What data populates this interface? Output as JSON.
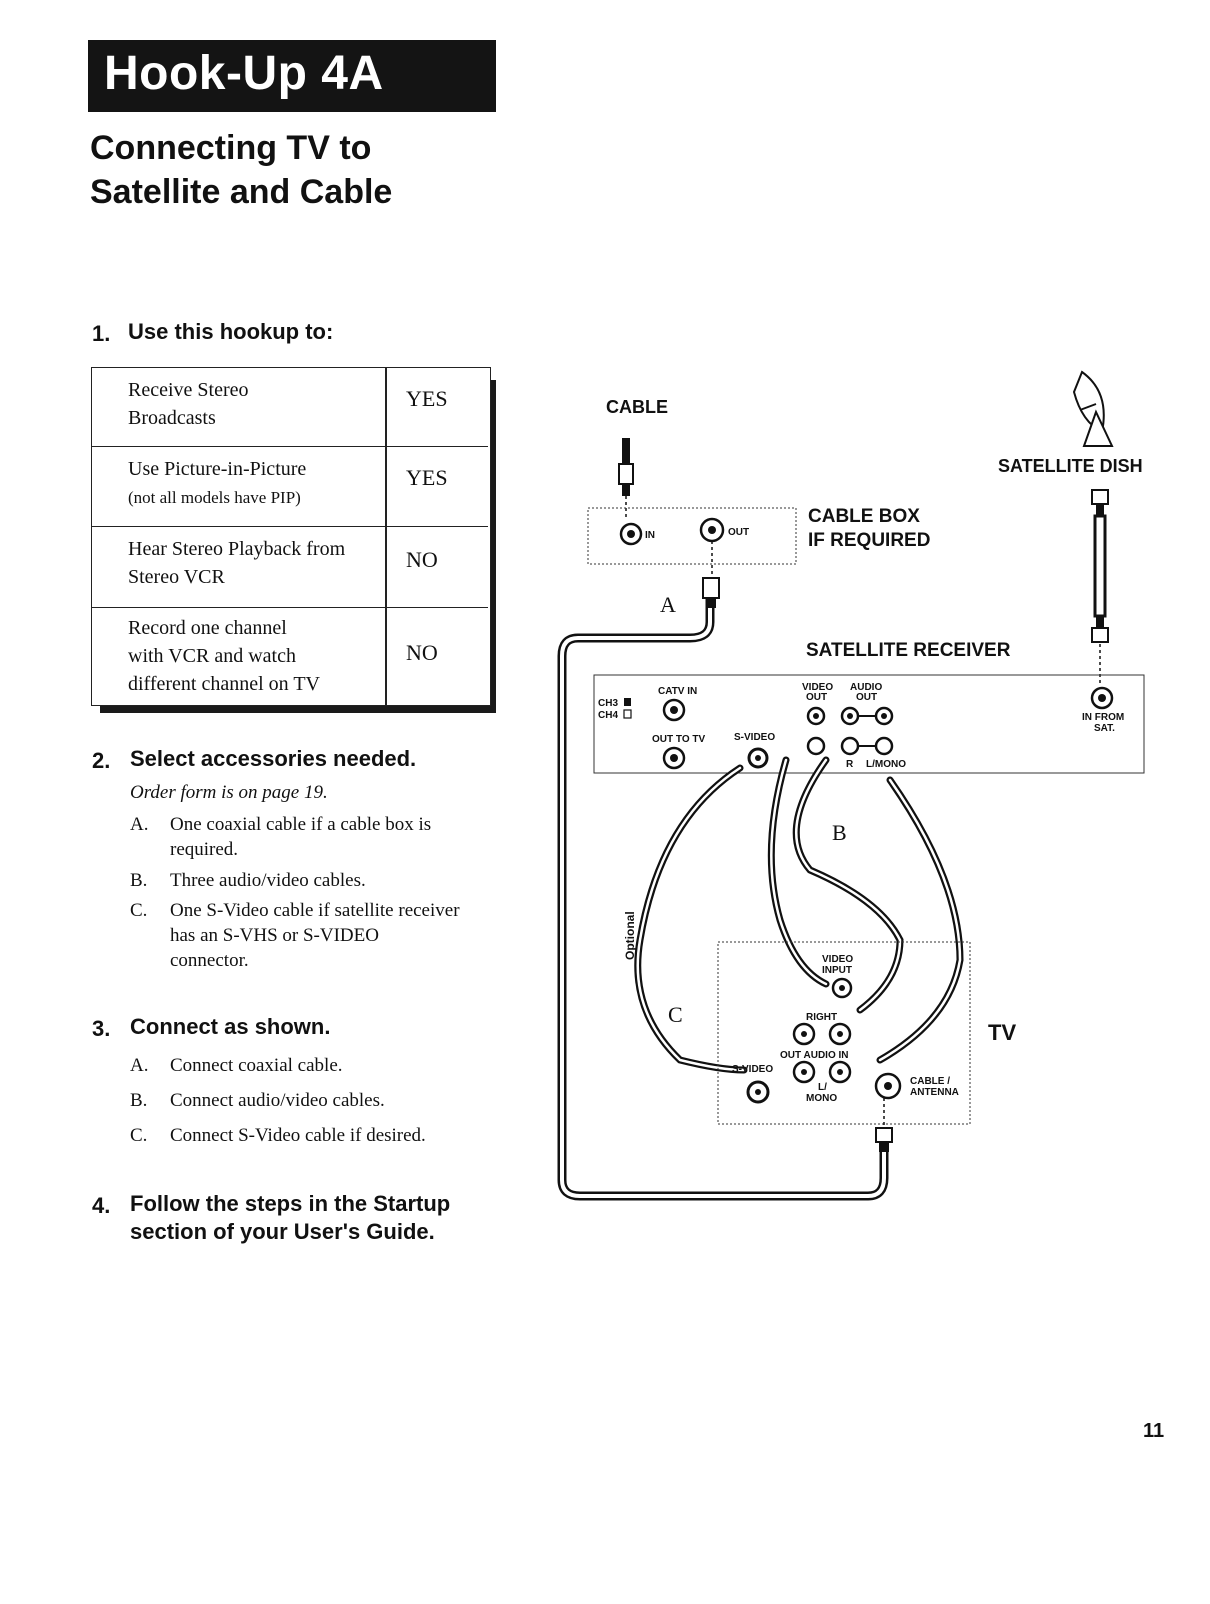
{
  "header": {
    "banner": "Hook-Up 4A",
    "subtitle_line1": "Connecting TV to",
    "subtitle_line2": "Satellite and Cable"
  },
  "steps": [
    {
      "number": "1.",
      "title": "Use this hookup to:"
    },
    {
      "number": "2.",
      "title": "Select accessories needed."
    },
    {
      "number": "3.",
      "title": "Connect as shown."
    },
    {
      "number": "4.",
      "title_line1": "Follow the steps in the Startup",
      "title_line2": "section of your User's Guide."
    }
  ],
  "usage_table": [
    {
      "line1": "Receive Stereo",
      "line2": "Broadcasts",
      "answer": "YES"
    },
    {
      "line1": "Use Picture-in-Picture",
      "line2": "(not all models have PIP)",
      "answer": "YES"
    },
    {
      "line1": "Hear  Stereo Playback from",
      "line2": "Stereo VCR",
      "answer": "NO"
    },
    {
      "line1": "Record one channel",
      "line2": "with VCR and watch",
      "line3": "different channel on TV",
      "answer": "NO"
    }
  ],
  "accessories": {
    "note": "Order form is on page 19.",
    "items": [
      {
        "letter": "A.",
        "line1": "One coaxial cable if a cable box is",
        "line2": "required."
      },
      {
        "letter": "B.",
        "line1": "Three audio/video cables."
      },
      {
        "letter": "C.",
        "line1": "One S-Video cable if satellite receiver",
        "line2": "has an S-VHS or S-VIDEO",
        "line3": "connector."
      }
    ]
  },
  "connect": [
    {
      "letter": "A.",
      "text": "Connect coaxial cable."
    },
    {
      "letter": "B.",
      "text": "Connect audio/video cables."
    },
    {
      "letter": "C.",
      "text": "Connect S-Video cable if desired."
    }
  ],
  "diagram": {
    "cable": "CABLE",
    "satellite_dish": "SATELLITE DISH",
    "cable_box_line1": "CABLE BOX",
    "cable_box_line2": "IF REQUIRED",
    "in": "IN",
    "out": "OUT",
    "satellite_receiver": "SATELLITE RECEIVER",
    "ch3": "CH3",
    "ch4": "CH4",
    "catv_in": "CATV IN",
    "out_to_tv": "OUT TO TV",
    "s_video": "S-VIDEO",
    "video_out_1": "VIDEO",
    "video_out_2": "OUT",
    "audio_out_1": "AUDIO",
    "audio_out_2": "OUT",
    "r": "R",
    "l_mono": "L/MONO",
    "in_from_sat_1": "IN FROM",
    "in_from_sat_2": "SAT.",
    "optional": "Optional",
    "letter_a": "A",
    "letter_b": "B",
    "letter_c": "C",
    "tv": "TV",
    "video_input_1": "VIDEO",
    "video_input_2": "INPUT",
    "right": "RIGHT",
    "out_audio_in": "OUT  AUDIO  IN",
    "tv_s_video": "S-VIDEO",
    "l_slash": "L/",
    "mono": "MONO",
    "cable_antenna_1": "CABLE /",
    "cable_antenna_2": "ANTENNA"
  },
  "page_number": "11"
}
